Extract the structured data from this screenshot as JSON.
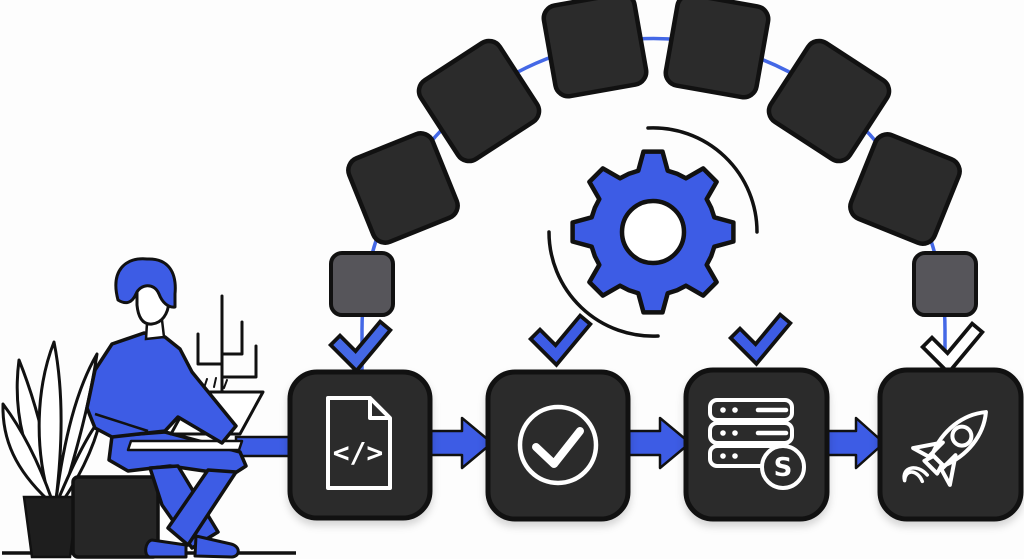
{
  "colors": {
    "bg": "#fdfdfd",
    "blue": "#3d5ce5",
    "arcblue": "#4468e6",
    "dark": "#2b2b2b",
    "gray": "#56555a",
    "ink": "#111111",
    "white": "#ffffff",
    "pot": "#1e1e1e",
    "stool": "#262626"
  },
  "pipeline": {
    "stages": [
      {
        "icon": "code-file-icon",
        "glyph": "</>"
      },
      {
        "icon": "check-circle-icon"
      },
      {
        "icon": "server-stack-icon",
        "badge": "S"
      },
      {
        "icon": "rocket-icon"
      }
    ],
    "connectors": [
      {
        "icon": "arrow-right-icon"
      },
      {
        "icon": "arrow-right-icon"
      },
      {
        "icon": "arrow-right-icon"
      }
    ],
    "status_checks": [
      {
        "style": "blue"
      },
      {
        "style": "blue"
      },
      {
        "style": "blue"
      },
      {
        "style": "white"
      }
    ]
  },
  "process_arc": {
    "dark_segments": 6,
    "gray_segments": 2,
    "gear_teeth": 8
  },
  "side_scene_icons": [
    "potted-plant-icon",
    "stool-icon",
    "person-with-laptop-icon",
    "branch-plant-icon",
    "laptop-icon"
  ]
}
